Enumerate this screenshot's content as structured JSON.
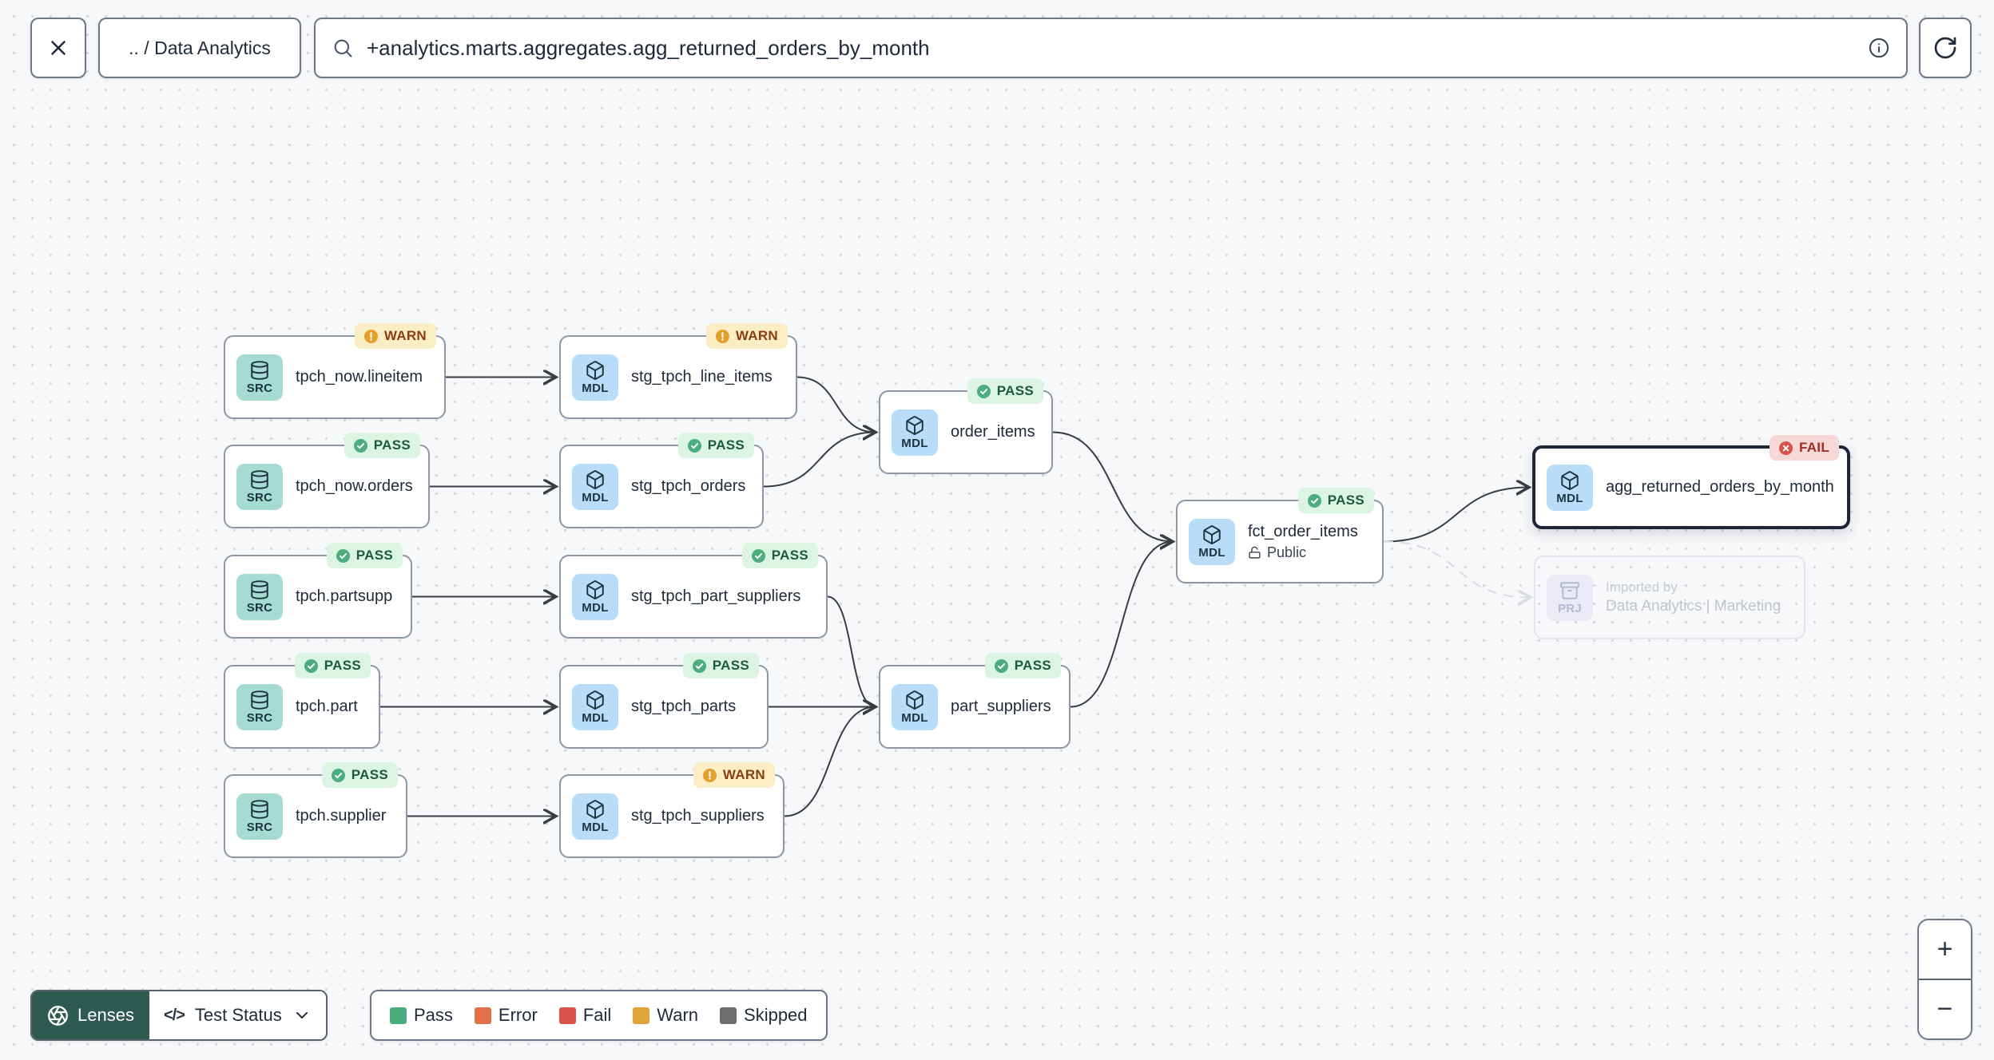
{
  "toolbar": {
    "breadcrumb": ".. / Data Analytics",
    "search_value": "+analytics.marts.aggregates.agg_returned_orders_by_month"
  },
  "controls": {
    "lenses_label": "Lenses",
    "lens_selected": "Test Status",
    "code_glyph": "</>"
  },
  "zoom_controls": {
    "zoom_in": "+",
    "zoom_out": "−"
  },
  "legend": {
    "items": [
      {
        "label": "Pass",
        "color": "#4dae7d"
      },
      {
        "label": "Error",
        "color": "#e0714b"
      },
      {
        "label": "Fail",
        "color": "#db524d"
      },
      {
        "label": "Warn",
        "color": "#e2a33b"
      },
      {
        "label": "Skipped",
        "color": "#6e6e6e"
      }
    ]
  },
  "statuses": {
    "PASS": {
      "label": "PASS",
      "bg": "#dcf5e2",
      "fg": "#1c5a3d",
      "icon_color": "#4dae7d",
      "icon": "check"
    },
    "WARN": {
      "label": "WARN",
      "bg": "#fbeec5",
      "fg": "#8d3c12",
      "icon_color": "#e4a029",
      "icon": "exclaim"
    },
    "FAIL": {
      "label": "FAIL",
      "bg": "#f8d8d6",
      "fg": "#a02c25",
      "icon_color": "#d9534e",
      "icon": "cross"
    }
  },
  "kinds": {
    "SRC": {
      "label": "SRC",
      "bg": "#a6dbd4",
      "icon": "database-icon"
    },
    "MDL": {
      "label": "MDL",
      "bg": "#b9dcf8",
      "icon": "cube-icon"
    },
    "PRJ": {
      "label": "PRJ",
      "bg": "#e9eaf6",
      "icon": "archive-icon"
    }
  },
  "graph": {
    "nodes": [
      {
        "id": "tpch_now_lineitem",
        "kind": "SRC",
        "label": "tpch_now.lineitem",
        "status": "WARN"
      },
      {
        "id": "stg_tpch_line_items",
        "kind": "MDL",
        "label": "stg_tpch_line_items",
        "status": "WARN"
      },
      {
        "id": "tpch_now_orders",
        "kind": "SRC",
        "label": "tpch_now.orders",
        "status": "PASS"
      },
      {
        "id": "stg_tpch_orders",
        "kind": "MDL",
        "label": "stg_tpch_orders",
        "status": "PASS"
      },
      {
        "id": "order_items",
        "kind": "MDL",
        "label": "order_items",
        "status": "PASS"
      },
      {
        "id": "tpch_partsupp",
        "kind": "SRC",
        "label": "tpch.partsupp",
        "status": "PASS"
      },
      {
        "id": "stg_tpch_part_suppliers",
        "kind": "MDL",
        "label": "stg_tpch_part_suppliers",
        "status": "PASS"
      },
      {
        "id": "tpch_part",
        "kind": "SRC",
        "label": "tpch.part",
        "status": "PASS"
      },
      {
        "id": "stg_tpch_parts",
        "kind": "MDL",
        "label": "stg_tpch_parts",
        "status": "PASS"
      },
      {
        "id": "part_suppliers",
        "kind": "MDL",
        "label": "part_suppliers",
        "status": "PASS"
      },
      {
        "id": "tpch_supplier",
        "kind": "SRC",
        "label": "tpch.supplier",
        "status": "PASS"
      },
      {
        "id": "stg_tpch_suppliers",
        "kind": "MDL",
        "label": "stg_tpch_suppliers",
        "status": "WARN"
      },
      {
        "id": "fct_order_items",
        "kind": "MDL",
        "label": "fct_order_items",
        "status": "PASS",
        "access": "Public"
      },
      {
        "id": "agg_returned_orders_by_month",
        "kind": "MDL",
        "label": "agg_returned_orders_by_month",
        "status": "FAIL",
        "selected": true
      },
      {
        "id": "imported_by",
        "kind": "PRJ",
        "title": "Imported by",
        "label": "Data Analytics | Marketing",
        "ghost": true
      }
    ],
    "edges": [
      {
        "from": "tpch_now_lineitem",
        "to": "stg_tpch_line_items",
        "style": "solid"
      },
      {
        "from": "tpch_now_orders",
        "to": "stg_tpch_orders",
        "style": "solid"
      },
      {
        "from": "tpch_partsupp",
        "to": "stg_tpch_part_suppliers",
        "style": "solid"
      },
      {
        "from": "tpch_part",
        "to": "stg_tpch_parts",
        "style": "solid"
      },
      {
        "from": "tpch_supplier",
        "to": "stg_tpch_suppliers",
        "style": "solid"
      },
      {
        "from": "stg_tpch_line_items",
        "to": "order_items",
        "style": "solid"
      },
      {
        "from": "stg_tpch_orders",
        "to": "order_items",
        "style": "solid"
      },
      {
        "from": "stg_tpch_part_suppliers",
        "to": "part_suppliers",
        "style": "solid"
      },
      {
        "from": "stg_tpch_parts",
        "to": "part_suppliers",
        "style": "solid"
      },
      {
        "from": "stg_tpch_suppliers",
        "to": "part_suppliers",
        "style": "solid"
      },
      {
        "from": "order_items",
        "to": "fct_order_items",
        "style": "solid"
      },
      {
        "from": "part_suppliers",
        "to": "fct_order_items",
        "style": "solid"
      },
      {
        "from": "fct_order_items",
        "to": "agg_returned_orders_by_month",
        "style": "solid"
      },
      {
        "from": "fct_order_items",
        "to": "imported_by",
        "style": "dashed"
      }
    ]
  }
}
